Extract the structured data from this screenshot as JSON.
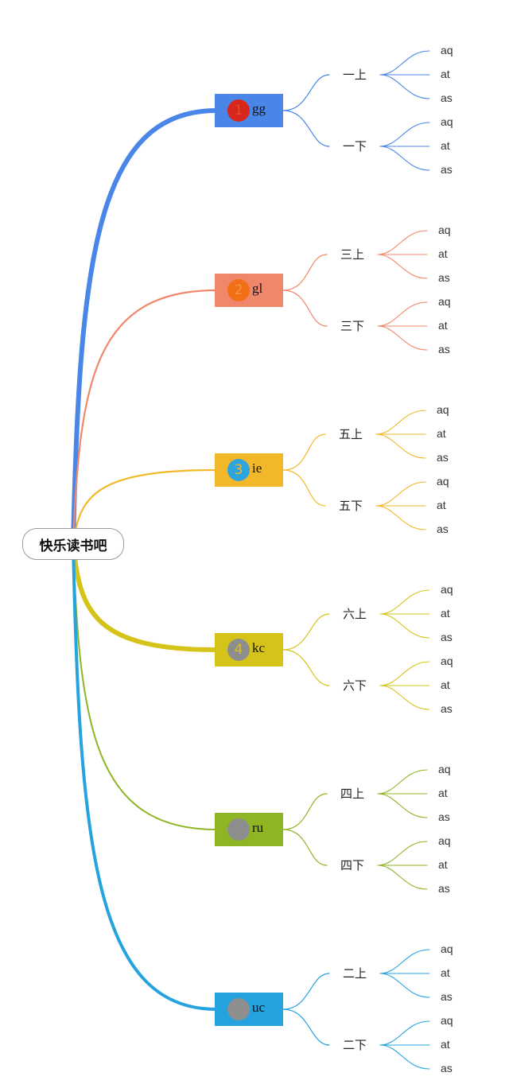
{
  "root": {
    "label": "快乐读书吧"
  },
  "branches": [
    {
      "num": "1",
      "label": "gg",
      "color": "#4a86e8",
      "badge_color": "#d9261c",
      "num_color": "#e34a2c",
      "subs": [
        {
          "label": "一上",
          "leaves": [
            "aq",
            "at",
            "as"
          ]
        },
        {
          "label": "一下",
          "leaves": [
            "aq",
            "at",
            "as"
          ]
        }
      ]
    },
    {
      "num": "2",
      "label": "gl",
      "color": "#f0876a",
      "badge_color": "#f36f17",
      "num_color": "#f79443",
      "subs": [
        {
          "label": "三上",
          "leaves": [
            "aq",
            "at",
            "as"
          ]
        },
        {
          "label": "三下",
          "leaves": [
            "aq",
            "at",
            "as"
          ]
        }
      ]
    },
    {
      "num": "3",
      "label": "ie",
      "color": "#f2b82a",
      "badge_color": "#2ea5dd",
      "num_color": "#f2b82a",
      "subs": [
        {
          "label": "五上",
          "leaves": [
            "aq",
            "at",
            "as"
          ]
        },
        {
          "label": "五下",
          "leaves": [
            "aq",
            "at",
            "as"
          ]
        }
      ]
    },
    {
      "num": "4",
      "label": "kc",
      "color": "#d6c31a",
      "badge_color": "#8e8e8e",
      "num_color": "#d6c31a",
      "subs": [
        {
          "label": "六上",
          "leaves": [
            "aq",
            "at",
            "as"
          ]
        },
        {
          "label": "六下",
          "leaves": [
            "aq",
            "at",
            "as"
          ]
        }
      ]
    },
    {
      "num": "",
      "label": "ru",
      "color": "#8db524",
      "badge_color": "#8e8e8e",
      "num_color": "#8db524",
      "subs": [
        {
          "label": "四上",
          "leaves": [
            "aq",
            "at",
            "as"
          ]
        },
        {
          "label": "四下",
          "leaves": [
            "aq",
            "at",
            "as"
          ]
        }
      ]
    },
    {
      "num": "",
      "label": "uc",
      "color": "#25a3df",
      "badge_color": "#8e8e8e",
      "num_color": "#25a3df",
      "subs": [
        {
          "label": "二上",
          "leaves": [
            "aq",
            "at",
            "as"
          ]
        },
        {
          "label": "二下",
          "leaves": [
            "aq",
            "at",
            "as"
          ]
        }
      ]
    }
  ]
}
